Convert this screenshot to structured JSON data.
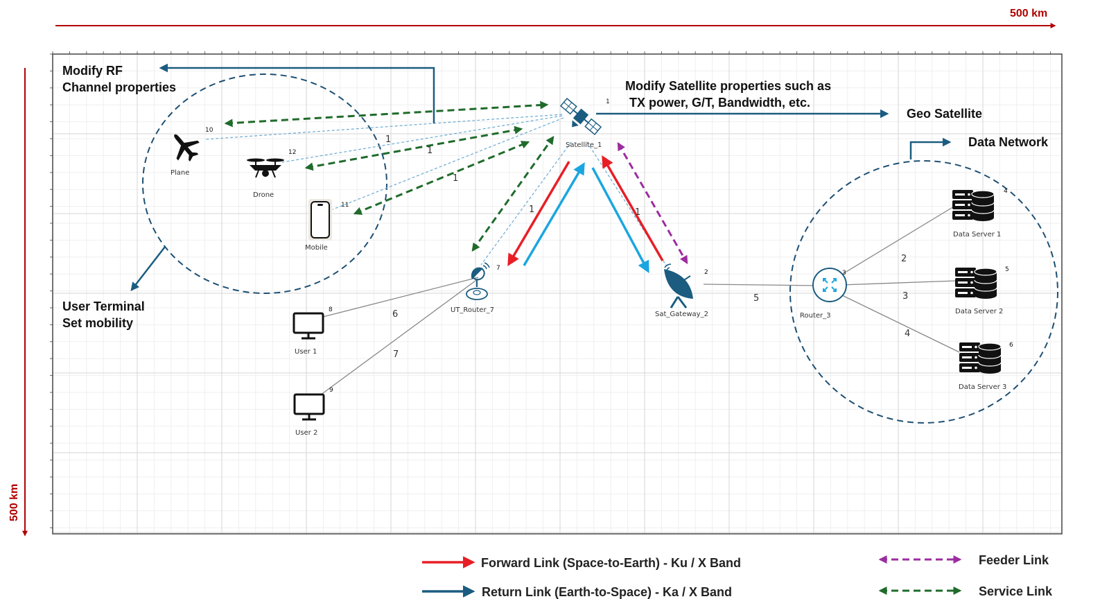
{
  "colors": {
    "forward": "#e81e26",
    "return_cyan": "#1aa6e0",
    "return_dark": "#1b5c80",
    "feeder": "#9b2d9f",
    "service": "#1f6b2b",
    "dashed_rf": "#6aa9d2",
    "zone": "#1d4f73",
    "scale": "#b00000",
    "grid": "#d6d6d6"
  },
  "scale": {
    "horizontal": "500 km",
    "vertical": "500 km"
  },
  "annotations": {
    "modify_rf_line1": "Modify RF",
    "modify_rf_line2": "Channel properties",
    "modify_sat_line1": "Modify Satellite properties such as",
    "modify_sat_line2": "TX power, G/T, Bandwidth, etc.",
    "geo_satellite": "Geo Satellite",
    "data_network": "Data Network",
    "user_terminal_line1": "User Terminal",
    "user_terminal_line2": "Set mobility"
  },
  "nodes": {
    "satellite": {
      "label": "Satellite_1",
      "id": "1",
      "icon": "satellite-icon"
    },
    "plane": {
      "label": "Plane",
      "id": "10",
      "icon": "plane-icon"
    },
    "drone": {
      "label": "Drone",
      "id": "12",
      "icon": "drone-icon"
    },
    "mobile": {
      "label": "Mobile",
      "id": "11",
      "icon": "mobile-icon"
    },
    "ut_router": {
      "label": "UT_Router_7",
      "id": "7",
      "icon": "vsat-router-icon"
    },
    "gateway": {
      "label": "Sat_Gateway_2",
      "id": "2",
      "icon": "satellite-dish-icon"
    },
    "router": {
      "label": "Router_3",
      "id": "3",
      "icon": "router-icon"
    },
    "user1": {
      "label": "User 1",
      "id": "8",
      "icon": "monitor-icon"
    },
    "user2": {
      "label": "User 2",
      "id": "9",
      "icon": "monitor-icon"
    },
    "server1": {
      "label": "Data Server 1",
      "id": "4",
      "icon": "server-icon"
    },
    "server2": {
      "label": "Data Server 2",
      "id": "5",
      "icon": "server-icon"
    },
    "server3": {
      "label": "Data Server 3",
      "id": "6",
      "icon": "server-icon"
    }
  },
  "link_labels": {
    "plane_sat": "1",
    "drone_sat": "1",
    "mobile_sat": "1",
    "ut_sat": "1",
    "gw_sat": "1",
    "gw_router": "5",
    "router_s1": "2",
    "router_s2": "3",
    "router_s3": "4",
    "ut_user1": "6",
    "ut_user2": "7"
  },
  "legend": {
    "forward": "Forward Link (Space-to-Earth) - Ku / X Band",
    "return": "Return Link (Earth-to-Space) - Ka / X Band",
    "feeder": "Feeder Link",
    "service": "Service Link"
  }
}
